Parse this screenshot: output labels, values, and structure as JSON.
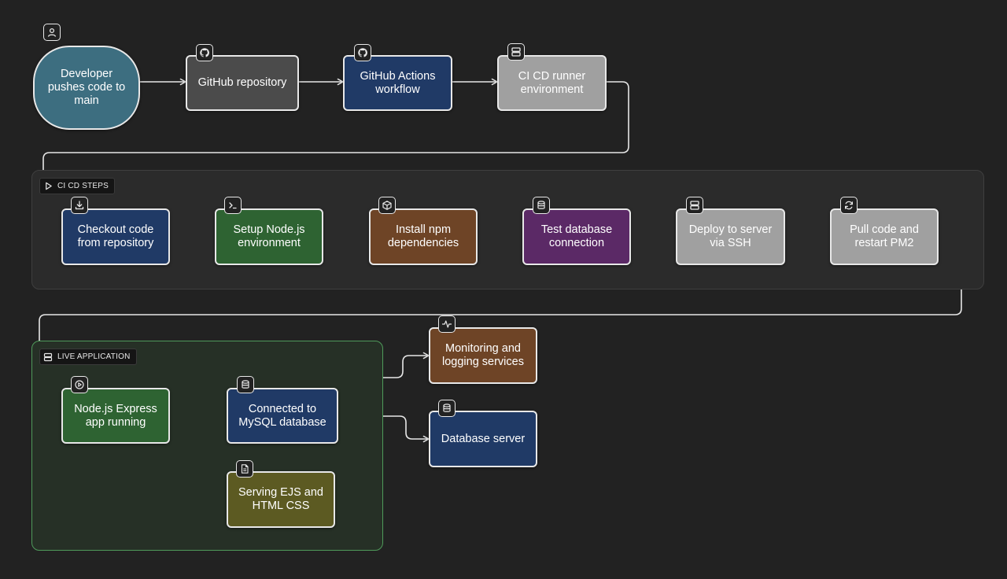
{
  "colors": {
    "background": "#222222",
    "wire": "#e8e8e8",
    "node_border": "#e8e8e8",
    "steps_group_fill": "#2b2b2b",
    "live_group_fill": "#263026",
    "live_group_border": "#4f9a5a",
    "developer": "#3d6e80",
    "github_repo": "#4b4b4b",
    "actions": "#203a66",
    "runner": "#a0a0a0",
    "checkout": "#203a66",
    "setup_node": "#2e6332",
    "npm": "#6e4426",
    "test_db": "#5b2966",
    "deploy": "#a0a0a0",
    "pull_restart": "#a0a0a0",
    "app": "#2e6332",
    "mysql": "#203a66",
    "serving": "#5c5a22",
    "monitoring": "#6e4426",
    "db_server": "#203a66"
  },
  "groups": {
    "steps": {
      "label": "CI CD STEPS",
      "icon": "play-outline-icon"
    },
    "live": {
      "label": "LIVE APPLICATION",
      "icon": "server-icon"
    }
  },
  "nodes": {
    "developer": {
      "label": "Developer pushes code to main",
      "icon": "user-icon"
    },
    "github_repo": {
      "label": "GitHub repository",
      "icon": "github-icon"
    },
    "actions": {
      "label": "GitHub Actions workflow",
      "icon": "github-icon"
    },
    "runner": {
      "label": "CI CD runner environment",
      "icon": "server-icon"
    },
    "checkout": {
      "label": "Checkout code from repository",
      "icon": "download-icon"
    },
    "setup_node": {
      "label": "Setup Node.js environment",
      "icon": "terminal-icon"
    },
    "npm": {
      "label": "Install npm dependencies",
      "icon": "package-icon"
    },
    "test_db": {
      "label": "Test database connection",
      "icon": "database-icon"
    },
    "deploy": {
      "label": "Deploy to server via SSH",
      "icon": "server-icon"
    },
    "pull_restart": {
      "label": "Pull code and restart PM2",
      "icon": "refresh-icon"
    },
    "app": {
      "label": "Node.js Express app running",
      "icon": "play-circle-icon"
    },
    "mysql": {
      "label": "Connected to MySQL database",
      "icon": "database-icon"
    },
    "serving": {
      "label": "Serving EJS and HTML CSS",
      "icon": "file-icon"
    },
    "monitoring": {
      "label": "Monitoring and logging services",
      "icon": "activity-icon"
    },
    "db_server": {
      "label": "Database server",
      "icon": "database-icon"
    }
  },
  "edges": [
    [
      "developer",
      "github_repo"
    ],
    [
      "github_repo",
      "actions"
    ],
    [
      "actions",
      "runner"
    ],
    [
      "runner",
      "checkout"
    ],
    [
      "checkout",
      "setup_node"
    ],
    [
      "setup_node",
      "npm"
    ],
    [
      "npm",
      "test_db"
    ],
    [
      "test_db",
      "deploy"
    ],
    [
      "deploy",
      "pull_restart"
    ],
    [
      "pull_restart",
      "app"
    ],
    [
      "app",
      "monitoring"
    ],
    [
      "app",
      "mysql"
    ],
    [
      "app",
      "serving"
    ],
    [
      "mysql",
      "db_server"
    ]
  ]
}
